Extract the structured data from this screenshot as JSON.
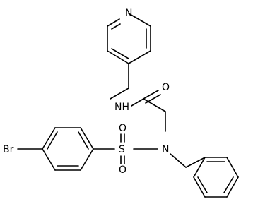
{
  "molecule": {
    "atom_labels": {
      "pyridine_n": "N",
      "amide_nh": "NH",
      "carbonyl_o": "O",
      "sulfur": "S",
      "sulfonyl_o_top": "O",
      "sulfonyl_o_bottom": "O",
      "sulfonamide_n": "N",
      "bromine": "Br"
    },
    "colors": {
      "bond": "#000000",
      "label": "#000000",
      "background": "#ffffff"
    }
  }
}
